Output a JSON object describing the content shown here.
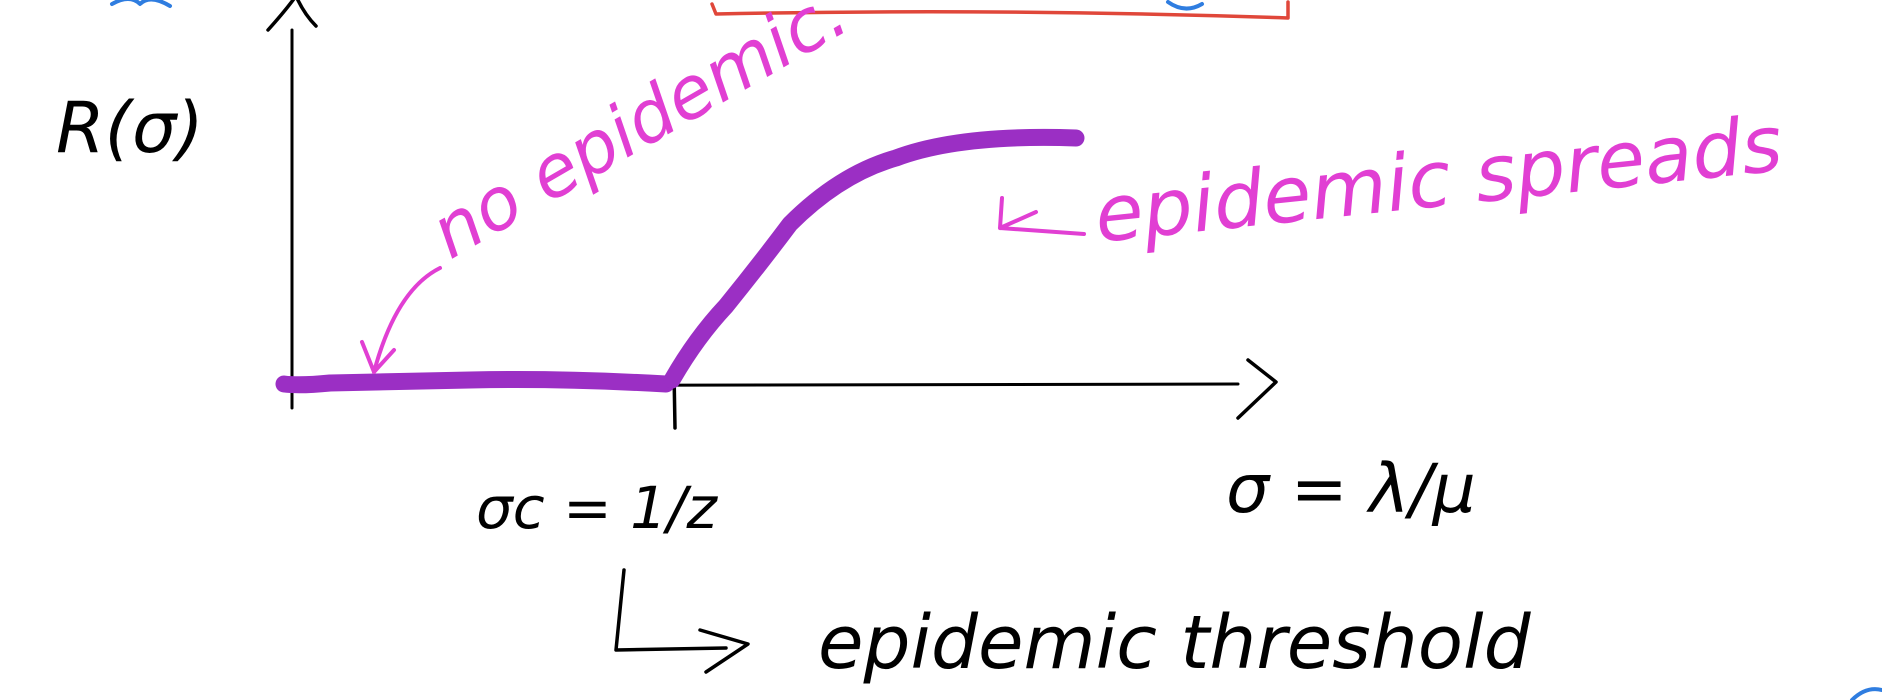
{
  "diagram": {
    "y_label": "R(σ)",
    "threshold_label": "σc = 1/z",
    "x_label": "σ = λ/μ",
    "annotation_no_epidemic": "no epidemic.",
    "annotation_spreads": "epidemic spreads",
    "annotation_threshold": "epidemic threshold",
    "colors": {
      "curve": "#9b2fc4",
      "annotation": "#e13fd3",
      "axes": "#000000",
      "box_edge": "#e0473a",
      "fragment": "#2f7de0"
    }
  }
}
